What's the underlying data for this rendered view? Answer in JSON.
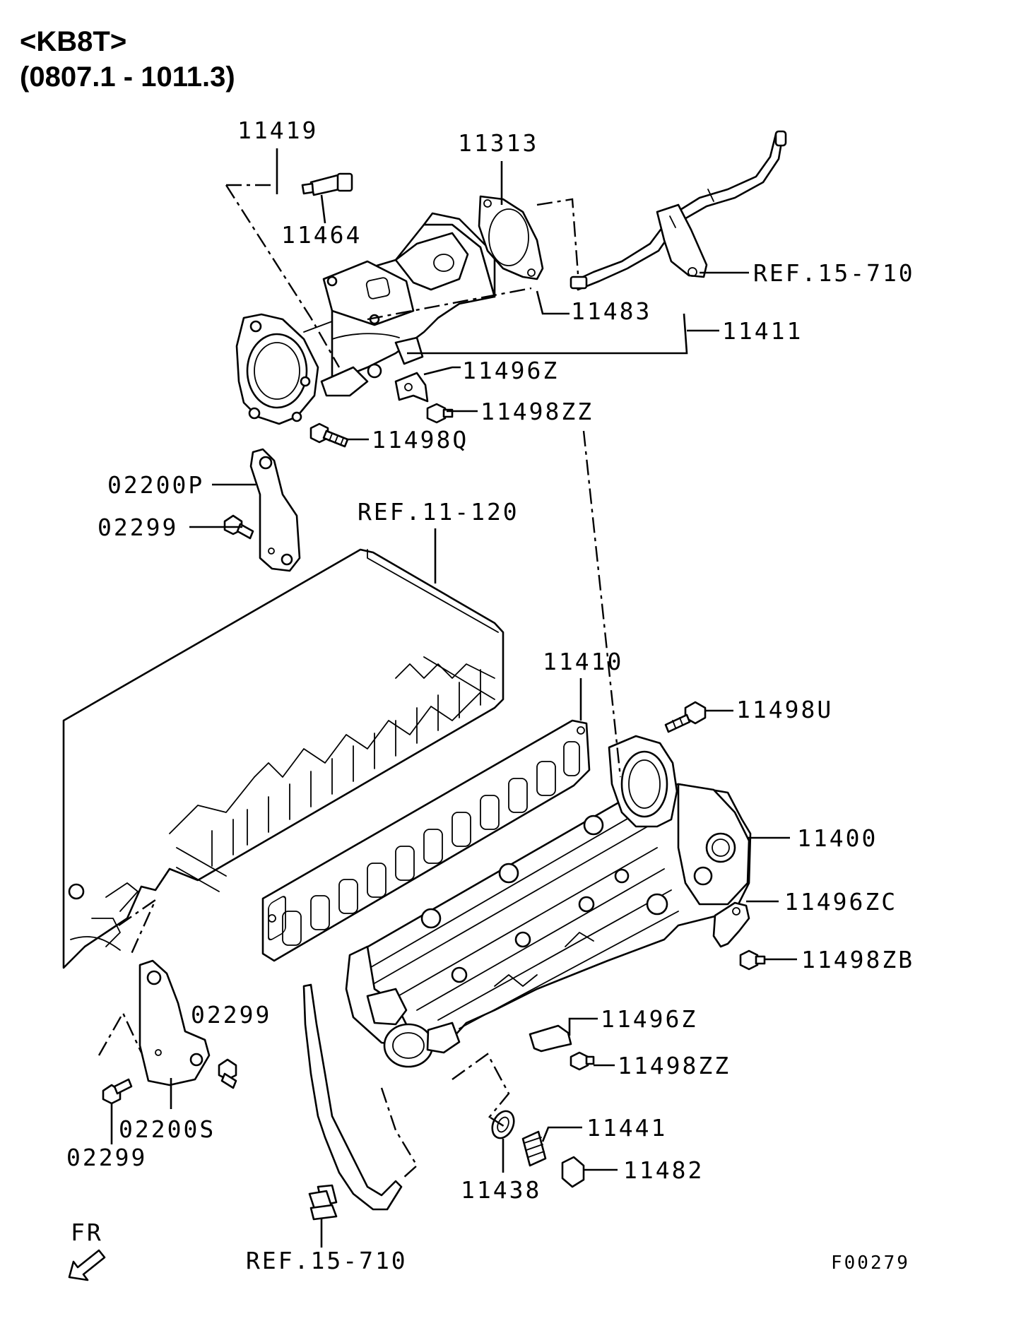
{
  "header": {
    "model": "<KB8T>",
    "period": "(0807.1 - 1011.3)"
  },
  "labels": {
    "p11419": "11419",
    "p11313": "11313",
    "p11464": "11464",
    "ref15710_top": "REF.15-710",
    "p11483": "11483",
    "p11411": "11411",
    "p11496z_top": "11496Z",
    "p11498zz_top": "11498ZZ",
    "p11498q": "11498Q",
    "p02200p": "02200P",
    "p02299_top": "02299",
    "ref11120": "REF.11-120",
    "p11410": "11410",
    "p11498u": "11498U",
    "p11400": "11400",
    "p11496zc": "11496ZC",
    "p11498zb": "11498ZB",
    "p11496z_bot": "11496Z",
    "p11498zz_bot": "11498ZZ",
    "p02299_mid": "02299",
    "p02200s": "02200S",
    "p02299_bot": "02299",
    "p11441": "11441",
    "p11482": "11482",
    "p11438": "11438",
    "ref15710_bot": "REF.15-710",
    "front": "FR"
  },
  "figure_code": "F00279"
}
